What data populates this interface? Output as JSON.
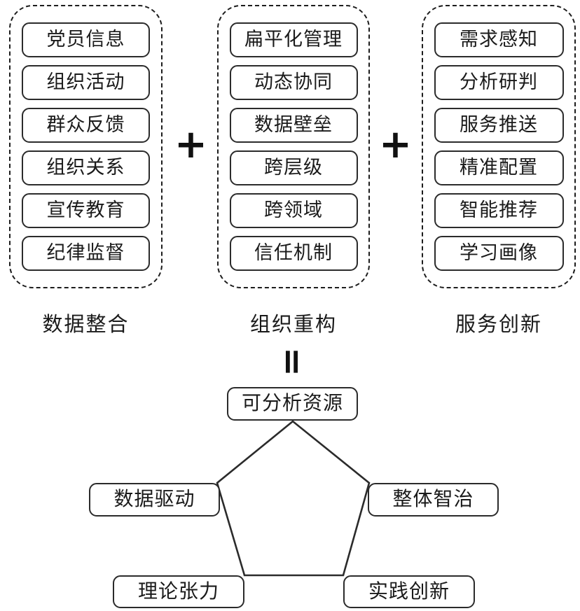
{
  "diagram": {
    "groups": [
      {
        "caption": "数据整合",
        "items": [
          "党员信息",
          "组织活动",
          "群众反馈",
          "组织关系",
          "宣传教育",
          "纪律监督"
        ]
      },
      {
        "caption": "组织重构",
        "items": [
          "扁平化管理",
          "动态协同",
          "数据壁垒",
          "跨层级",
          "跨领域",
          "信任机制"
        ]
      },
      {
        "caption": "服务创新",
        "items": [
          "需求感知",
          "分析研判",
          "服务推送",
          "精准配置",
          "智能推荐",
          "学习画像"
        ]
      }
    ],
    "operators": {
      "plus_1": "+",
      "plus_2": "+",
      "equals": "="
    },
    "pentagon": {
      "top": "可分析资源",
      "left": "数据驱动",
      "right": "整体智治",
      "bottom_left": "理论张力",
      "bottom_right": "实践创新"
    },
    "colors": {
      "stroke": "#2b2b2b",
      "dashed_stroke": "#1d1d1d",
      "text": "#1a1a1a",
      "background": "#ffffff"
    }
  }
}
